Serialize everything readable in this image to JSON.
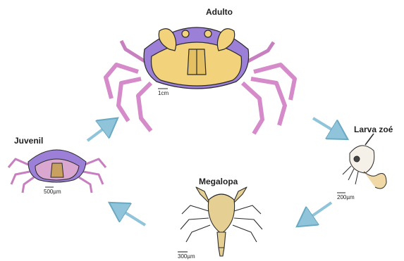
{
  "stages": {
    "adult": {
      "label": "Adulto",
      "scale": "1cm"
    },
    "zoea": {
      "label": "Larva zoé",
      "scale": "200µm"
    },
    "megalopa": {
      "label": "Megalopa",
      "scale": "300µm"
    },
    "juvenile": {
      "label": "Juvenil",
      "scale": "500µm"
    }
  },
  "colors": {
    "shell_pink": "#d58ac9",
    "shell_yellow": "#f2d27a",
    "shell_purple": "#9c7fd6",
    "megalopa_tan": "#e6cf93",
    "outline": "#2a2a2a",
    "arrow": "#8fc4da"
  }
}
